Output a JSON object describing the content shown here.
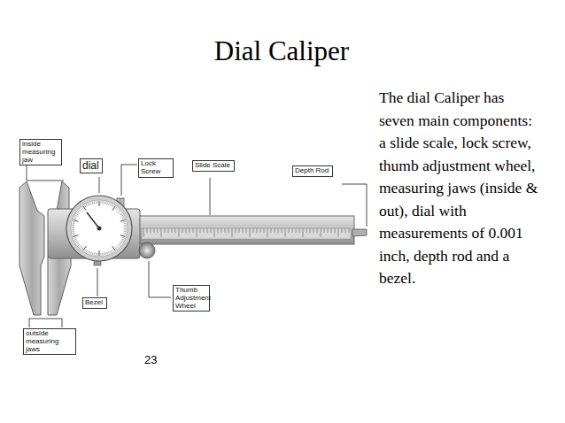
{
  "diagram": {
    "title": "Dial Caliper",
    "nodes": [
      {
        "text": [
          "inside measuring jaw"
        ]
      },
      {
        "text": [
          "dial"
        ]
      },
      {
        "text": [
          "Lock Screw"
        ]
      },
      {
        "text": [
          "Slide Scale"
        ]
      },
      {
        "text": [
          "Depth Rod"
        ]
      },
      {
        "text": [
          "Thumb Adjustment Wheel"
        ]
      },
      {
        "text": [
          "Bezel"
        ]
      },
      {
        "text": [
          "outside measuring jaws"
        ]
      }
    ],
    "labels": [
      "The dial Caliper has seven main components: a slide scale, lock screw, thumb adjustment wheel, measuring jaws (inside & out), dial with measurements of 0.001 inch, depth rod and a bezel.",
      "23"
    ]
  }
}
